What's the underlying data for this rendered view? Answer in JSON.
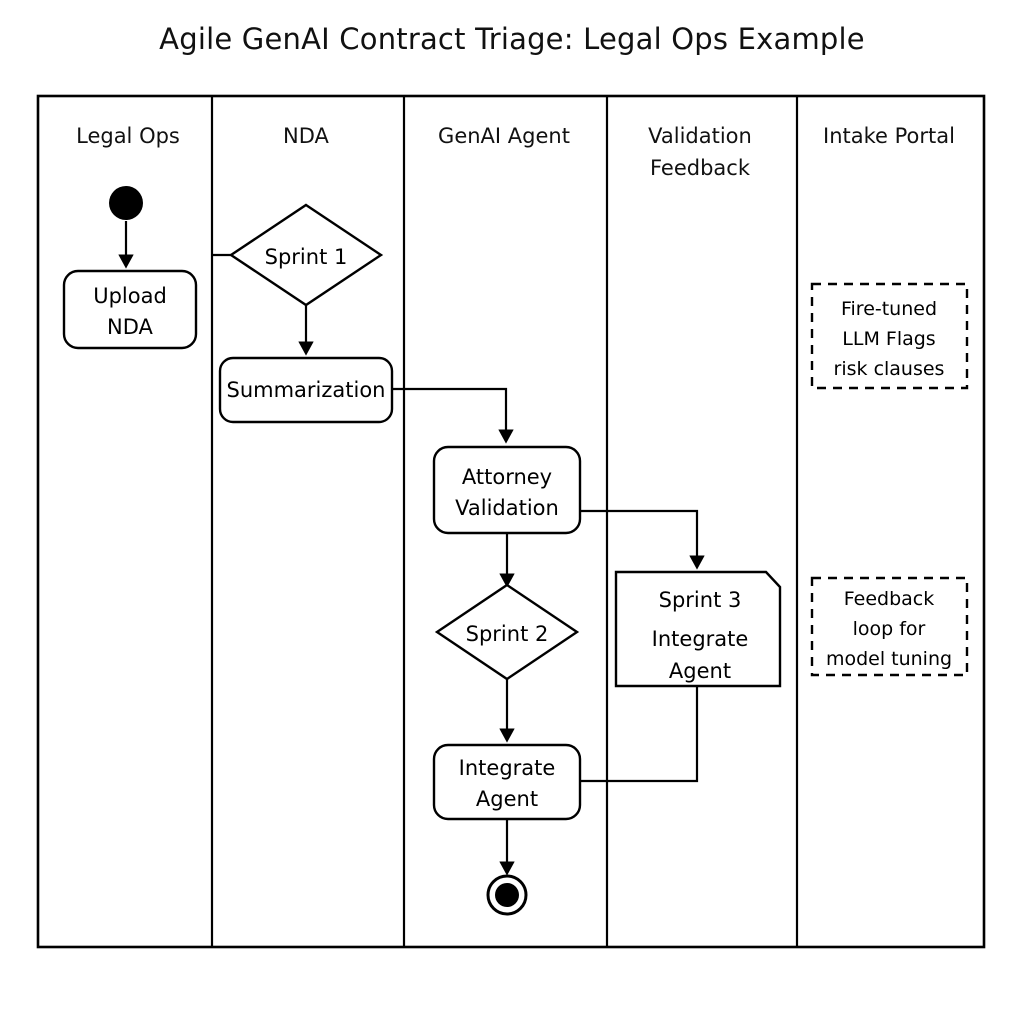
{
  "title": "Agile GenAI Contract Triage: Legal Ops Example",
  "diagram": {
    "type": "uml-activity-swimlane",
    "lanes": [
      {
        "id": "legal-ops",
        "label": "Legal Ops"
      },
      {
        "id": "nda",
        "label": "NDA"
      },
      {
        "id": "genai-agent",
        "label": "GenAI Agent"
      },
      {
        "id": "validation-feedback",
        "label": "Validation",
        "label2": "Feedback"
      },
      {
        "id": "intake-portal",
        "label": "Intake Portal"
      }
    ],
    "nodes": {
      "start": {
        "kind": "initial-node",
        "lane": "legal-ops",
        "label": ""
      },
      "upload_nda": {
        "kind": "action",
        "lane": "legal-ops",
        "line1": "Upload",
        "line2": "NDA"
      },
      "sprint1": {
        "kind": "decision",
        "lane": "nda",
        "label": "Sprint 1"
      },
      "summarization": {
        "kind": "action",
        "lane": "nda",
        "label": "Summarization"
      },
      "attorney_validation": {
        "kind": "action",
        "lane": "genai-agent",
        "line1": "Attorney",
        "line2": "Validation"
      },
      "sprint2": {
        "kind": "decision",
        "lane": "genai-agent",
        "label": "Sprint 2"
      },
      "integrate_agent": {
        "kind": "action",
        "lane": "genai-agent",
        "line1": "Integrate",
        "line2": "Agent"
      },
      "sprint3_note": {
        "kind": "note",
        "lane": "validation-feedback",
        "line1": "Sprint 3",
        "line2": "Integrate",
        "line3": "Agent"
      },
      "final": {
        "kind": "final-node",
        "lane": "genai-agent",
        "label": ""
      },
      "note_llm": {
        "kind": "comment",
        "lane": "intake-portal",
        "line1": "Fire-tuned",
        "line2": "LLM Flags",
        "line3": "risk clauses"
      },
      "note_feedback": {
        "kind": "comment",
        "lane": "intake-portal",
        "line1": "Feedback",
        "line2": "loop for",
        "line3": "model tuning"
      }
    },
    "colors": {
      "stroke": "#000000",
      "fill": "#ffffff",
      "background": "#ffffff",
      "text": "#000000"
    }
  }
}
